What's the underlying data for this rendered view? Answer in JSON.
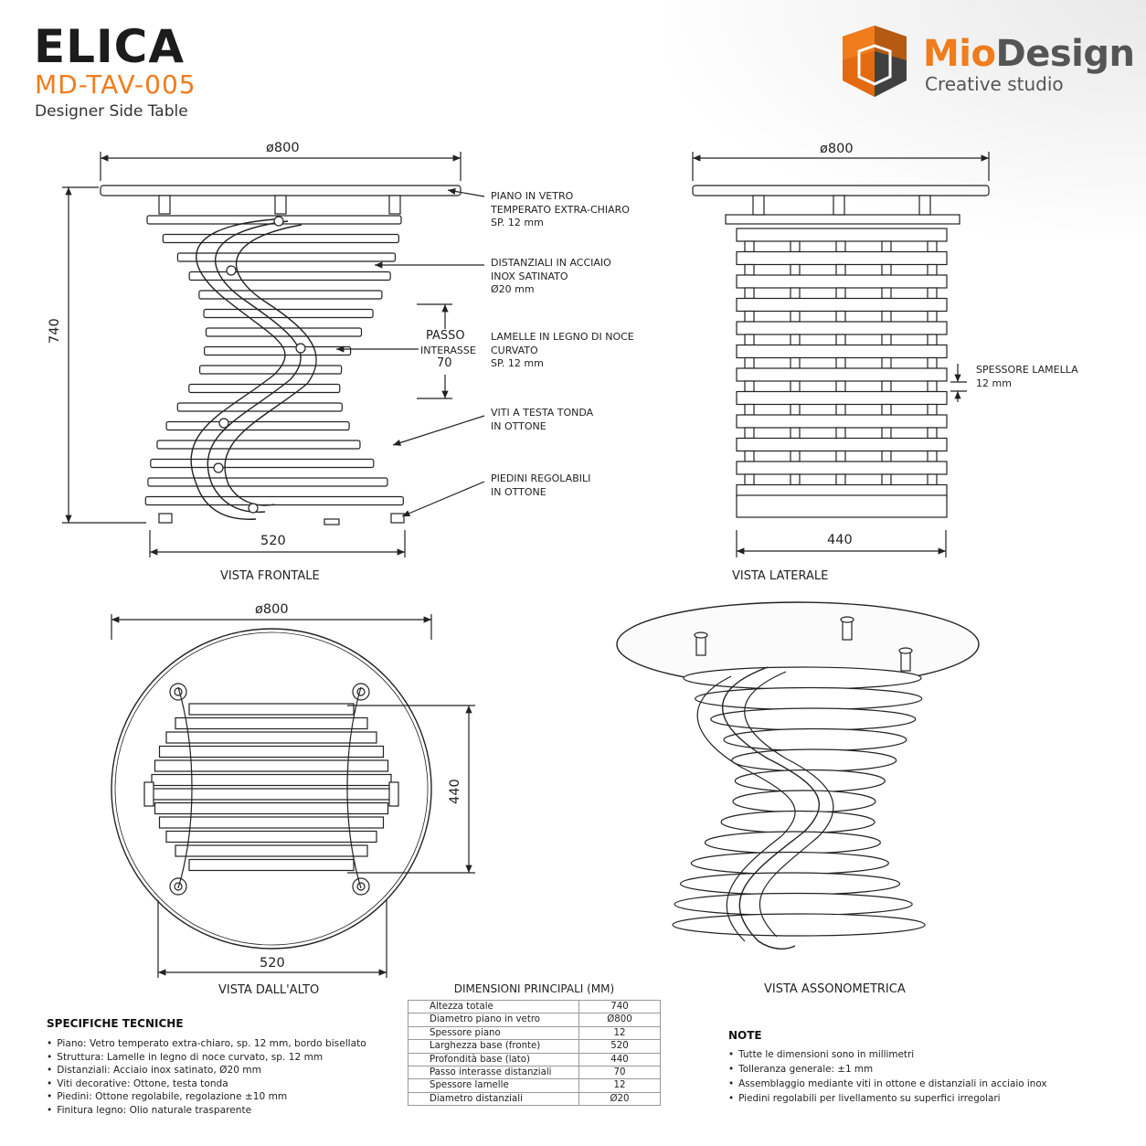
{
  "header": {
    "title": "ELICA",
    "code": "MD-TAV-005",
    "subtitle": "Designer Side Table"
  },
  "logo": {
    "name_part1": "Mio",
    "name_part2": "Design",
    "tagline": "Creative studio",
    "icon": "mio-design-cube-logo",
    "brand_color": "#f07c1c"
  },
  "front_view": {
    "label": "VISTA FRONTALE",
    "width_top": "ø800",
    "height": "740",
    "width_base": "520",
    "pitch_label_1": "PASSO",
    "pitch_label_2": "INTERASSE",
    "pitch_value": "70",
    "callouts": [
      "PIANO IN VETRO\nTEMPERATO EXTRA-CHIARO\nSP. 12 mm",
      "DISTANZIALI IN ACCIAIO\nINOX SATINATO\nØ20 mm",
      "LAMELLE IN LEGNO DI NOCE\nCURVATO\nSP. 12 mm",
      "VITI A TESTA TONDA\nIN OTTONE",
      "PIEDINI REGOLABILI\nIN OTTONE"
    ]
  },
  "side_view": {
    "label": "VISTA LATERALE",
    "width_top": "ø800",
    "width_base": "440",
    "callout": "SPESSORE LAMELLA\n12 mm"
  },
  "top_view": {
    "label": "VISTA DALL'ALTO",
    "diameter": "ø800",
    "depth": "440",
    "width": "520"
  },
  "iso_view": {
    "label": "VISTA ASSONOMETRICA"
  },
  "specs": {
    "title": "SPECIFICHE TECNICHE",
    "items": [
      "Piano: Vetro temperato extra-chiaro, sp. 12 mm, bordo bisellato",
      "Struttura: Lamelle in legno di noce curvato, sp. 12 mm",
      "Distanziali: Acciaio inox satinato, Ø20 mm",
      "Viti decorative: Ottone, testa tonda",
      "Piedini: Ottone regolabile, regolazione ±10 mm",
      "Finitura legno: Olio naturale trasparente"
    ]
  },
  "dimensions": {
    "title": "DIMENSIONI PRINCIPALI (MM)",
    "rows": [
      {
        "label": "Altezza totale",
        "value": "740"
      },
      {
        "label": "Diametro piano in vetro",
        "value": "Ø800"
      },
      {
        "label": "Spessore piano",
        "value": "12"
      },
      {
        "label": "Larghezza base (fronte)",
        "value": "520"
      },
      {
        "label": "Profondità base (lato)",
        "value": "440"
      },
      {
        "label": "Passo interasse distanziali",
        "value": "70"
      },
      {
        "label": "Spessore lamelle",
        "value": "12"
      },
      {
        "label": "Diametro distanziali",
        "value": "Ø20"
      }
    ]
  },
  "notes": {
    "title": "NOTE",
    "items": [
      "Tutte le dimensioni sono in millimetri",
      "Tolleranza generale: ±1 mm",
      "Assemblaggio mediante viti in ottone e distanziali in acciaio inox",
      "Piedini regolabili per livellamento su superfici irregolari"
    ]
  }
}
